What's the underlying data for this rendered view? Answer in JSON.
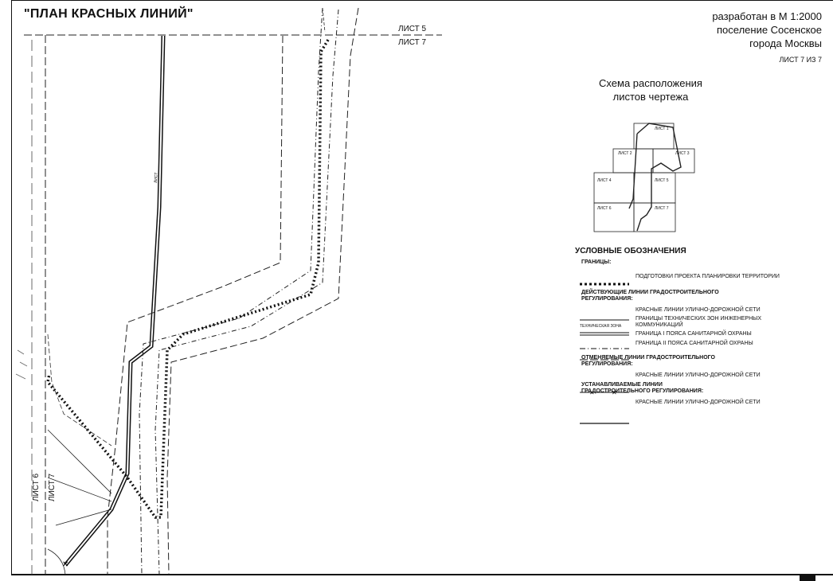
{
  "title": "\"ПЛАН КРАСНЫХ ЛИНИЙ\"",
  "info": {
    "line1": "разработан в М 1:2000",
    "line2": "поселение Сосенское",
    "line3": "города Москвы",
    "sheet_number": "ЛИСТ 7 ИЗ 7"
  },
  "map_labels": {
    "sheet5": "ЛИСТ 5",
    "sheet7_top": "ЛИСТ 7",
    "sheet6": "ЛИСТ 6",
    "sheet7_left": "ЛИСТ 7"
  },
  "scheme": {
    "title_line1": "Схема расположения",
    "title_line2": "листов чертежа",
    "cells": [
      "ЛИСТ 1",
      "ЛИСТ 2",
      "ЛИСТ 3",
      "ЛИСТ 4",
      "ЛИСТ 5",
      "ЛИСТ 6",
      "ЛИСТ 7"
    ]
  },
  "legend": {
    "header": "УСЛОВНЫЕ ОБОЗНАЧЕНИЯ",
    "borders_label": "ГРАНИЦЫ:",
    "planning_border": "ПОДГОТОВКИ ПРОЕКТА ПЛАНИРОВКИ ТЕРРИТОРИИ",
    "existing_header": "ДЕЙСТВУЮЩИЕ ЛИНИИ ГРАДОСТРОИТЕЛЬНОГО РЕГУЛИРОВАНИЯ:",
    "existing_red_lines": "КРАСНЫЕ ЛИНИИ УЛИЧНО-ДОРОЖНОЙ СЕТИ",
    "tech_zones": "ГРАНИЦЫ ТЕХНИЧЕСКИХ ЗОН ИНЖЕНЕРНЫХ КОММУНИКАЦИЙ",
    "tech_zone_small": "ТЕХНИЧЕСКАЯ ЗОНА",
    "sanitary_1": "ГРАНИЦА I ПОЯСА САНИТАРНОЙ ОХРАНЫ",
    "sanitary_2": "ГРАНИЦА II ПОЯСА САНИТАРНОЙ ОХРАНЫ",
    "cancelled_header": "ОТМЕНЯЕМЫЕ ЛИНИИ ГРАДОСТРОИТЕЛЬНОГО РЕГУЛИРОВАНИЯ:",
    "cancelled_red_lines": "КРАСНЫЕ ЛИНИИ УЛИЧНО-ДОРОЖНОЙ СЕТИ",
    "new_header": "УСТАНАВЛИВАЕМЫЕ ЛИНИИ ГРАДОСТРОИТЕЛЬНОГО РЕГУЛИРОВАНИЯ:",
    "new_red_lines": "КРАСНЫЕ ЛИНИИ УЛИЧНО-ДОРОЖНОЙ СЕТИ"
  }
}
